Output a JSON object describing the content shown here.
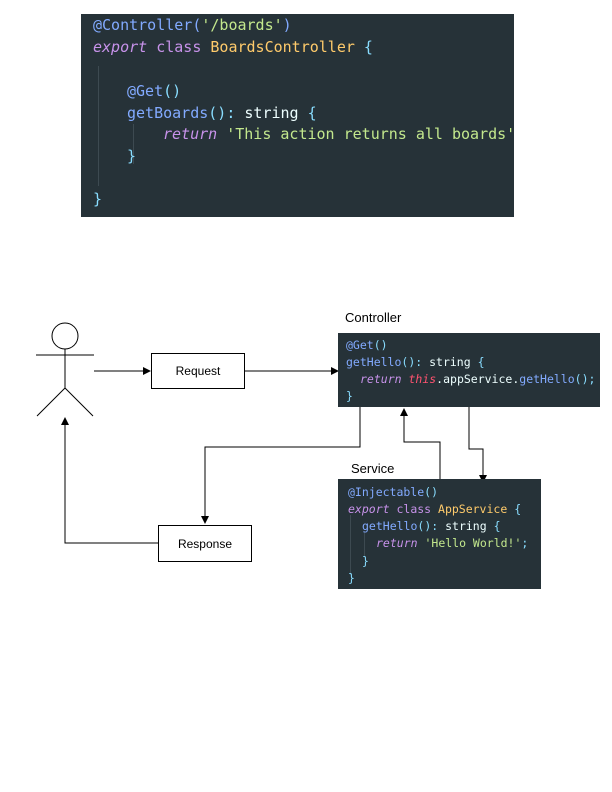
{
  "top_code": {
    "line1": {
      "a": "@Controller(",
      "b": "'/boards'",
      "c": ")"
    },
    "line2": {
      "a": "export",
      "b": " class ",
      "c": "BoardsController",
      "d": " {"
    },
    "line3": {
      "a": "@Get",
      "b": "()"
    },
    "line4": {
      "a": "getBoards",
      "b": "(): ",
      "c": "string",
      "d": " {"
    },
    "line5": {
      "a": "return",
      "b": " 'This action returns all boards'",
      "c": ";"
    },
    "line6": "}",
    "line7": "}"
  },
  "diagram": {
    "request_label": "Request",
    "response_label": "Response",
    "controller_label": "Controller",
    "service_label": "Service"
  },
  "controller_code": {
    "line1": {
      "a": "@Get",
      "b": "()"
    },
    "line2": {
      "a": "getHello",
      "b": "(): ",
      "c": "string",
      "d": " {"
    },
    "line3": {
      "a": "return",
      "b": " this",
      "c": ".appService.",
      "d": "getHello",
      "e": "();"
    },
    "line4": "}"
  },
  "service_code": {
    "line1": {
      "a": "@Injectable",
      "b": "()"
    },
    "line2": {
      "a": "export",
      "b": " class ",
      "c": "AppService",
      "d": " {"
    },
    "line3": {
      "a": "getHello",
      "b": "(): ",
      "c": "string",
      "d": " {"
    },
    "line4": {
      "a": "return",
      "b": " 'Hello World!'",
      "c": ";"
    },
    "line5": "}",
    "line6": "}"
  }
}
